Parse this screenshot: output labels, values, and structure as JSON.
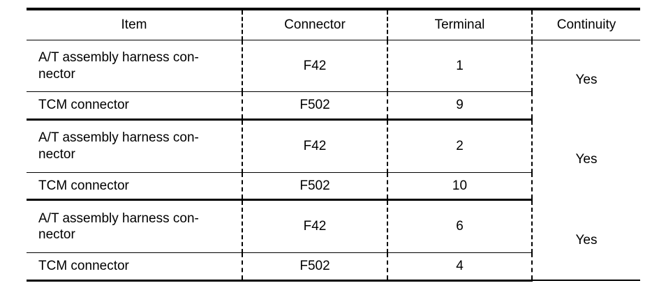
{
  "table": {
    "columns": [
      "Item",
      "Connector",
      "Terminal",
      "Continuity"
    ],
    "groups": [
      {
        "continuity": "Yes",
        "rows": [
          {
            "item_line1": "A/T assembly harness con-",
            "item_line2": "nector",
            "connector": "F42",
            "terminal": "1"
          },
          {
            "item_line1": "TCM connector",
            "item_line2": "",
            "connector": "F502",
            "terminal": "9"
          }
        ]
      },
      {
        "continuity": "Yes",
        "rows": [
          {
            "item_line1": "A/T assembly harness con-",
            "item_line2": "nector",
            "connector": "F42",
            "terminal": "2"
          },
          {
            "item_line1": "TCM connector",
            "item_line2": "",
            "connector": "F502",
            "terminal": "10"
          }
        ]
      },
      {
        "continuity": "Yes",
        "rows": [
          {
            "item_line1": "A/T assembly harness con-",
            "item_line2": "nector",
            "connector": "F42",
            "terminal": "6"
          },
          {
            "item_line1": "TCM connector",
            "item_line2": "",
            "connector": "F502",
            "terminal": "4"
          }
        ]
      }
    ]
  },
  "colors": {
    "rule": "#000000",
    "text": "#000000",
    "background": "#ffffff"
  }
}
